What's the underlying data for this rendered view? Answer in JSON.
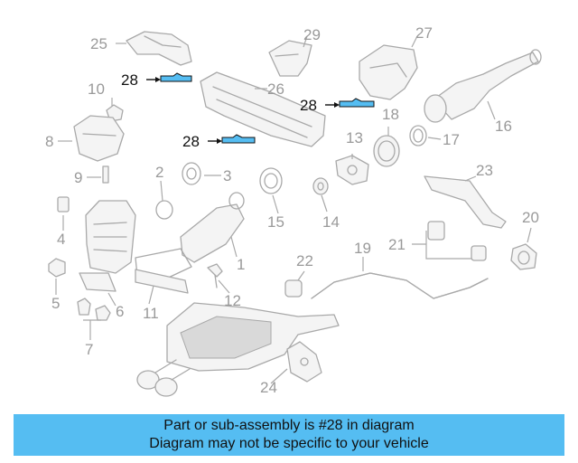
{
  "diagram": {
    "callouts": [
      "1",
      "2",
      "3",
      "4",
      "5",
      "6",
      "7",
      "8",
      "9",
      "10",
      "11",
      "12",
      "13",
      "14",
      "15",
      "16",
      "17",
      "18",
      "19",
      "20",
      "21",
      "22",
      "23",
      "24",
      "25",
      "26",
      "27",
      "29"
    ],
    "highlighted_callout": "28",
    "highlight_color": "#55bdf2"
  },
  "banner": {
    "line1": "Part or sub-assembly is #28 in diagram",
    "line2": "Diagram may not be specific to your vehicle",
    "background": "#55bdf2"
  }
}
